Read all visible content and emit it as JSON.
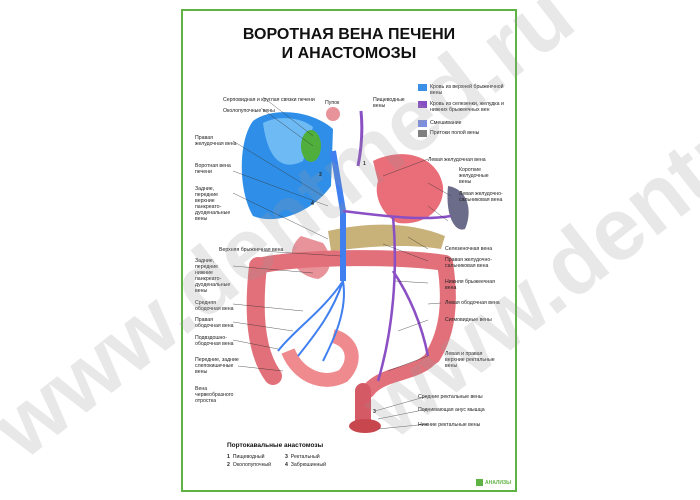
{
  "title_lines": [
    "ВОРОТНАЯ ВЕНА ПЕЧЕНИ",
    "И АНАСТОМОЗЫ"
  ],
  "watermark": "www.dentmed.ru",
  "legend": [
    {
      "text": "Кровь из верхней брыжеечной вены",
      "color": "#3a8fe6"
    },
    {
      "text": "Кровь из селезенки, желудка и нижних брыжеечных вен",
      "color": "#8a4fc4"
    },
    {
      "text": "Смешивание",
      "color": "#7d8fe0"
    },
    {
      "text": "Притоки полой вены",
      "color": "#7f7f7f"
    }
  ],
  "labels_left": {
    "serp_lig": "Серповидная и круглая связки печени",
    "okolopup": "Околопупочные вены",
    "prav_zhel": "Правая желудочная вена",
    "vorot_v": "Воротная вена печени",
    "zad_per": "Задние, передние верхние панкреато-дуоденальные вены",
    "verh_bryzh": "Верхняя брыжеечная вена",
    "zad_per_nizh": "Задние, передние нижние панкреато-дуоденальные вены",
    "sred_obod": "Средняя ободочная вена",
    "prav_obod": "Правая ободочная вена",
    "podvzd": "Подвздошно-ободочная вена",
    "per_zad_slep": "Передние, задние слепокишечные вены",
    "cherv": "Вена червеобразного отростка"
  },
  "labels_top": {
    "pupok": "Пупок",
    "pishch": "Пищеводные вены"
  },
  "labels_right": {
    "lev_zhel": "Левая желудочная вена",
    "korotk": "Короткие желудочные вены",
    "lev_zhel_salnik": "Левая желудочно-сальниковая вена",
    "selez": "Селезеночная вена",
    "prav_zhel_salnik": "Правая желудочно-сальниковая вена",
    "nizh_bryzh": "Нижняя брыжеечная вена",
    "lev_obod": "Левая ободочная вена",
    "sigm": "Сигмовидные вены",
    "lev_prav_rekt": "Левая и правая верхние ректальные вены",
    "sred_rekt": "Средние ректальные вены",
    "podn_anus": "Поднимающая анус мышца",
    "nizh_rekt": "Нижние ректальные вены"
  },
  "anastomoses": {
    "title": "Портокавальные анастомозы",
    "items": [
      {
        "num": "1",
        "name": "Пищеводный"
      },
      {
        "num": "2",
        "name": "Околопупочный"
      },
      {
        "num": "3",
        "name": "Ректальный"
      },
      {
        "num": "4",
        "name": "Забрюшинный"
      }
    ]
  },
  "markers": [
    "1",
    "2",
    "3",
    "4"
  ],
  "logo": "АНАЛИЗЫ"
}
